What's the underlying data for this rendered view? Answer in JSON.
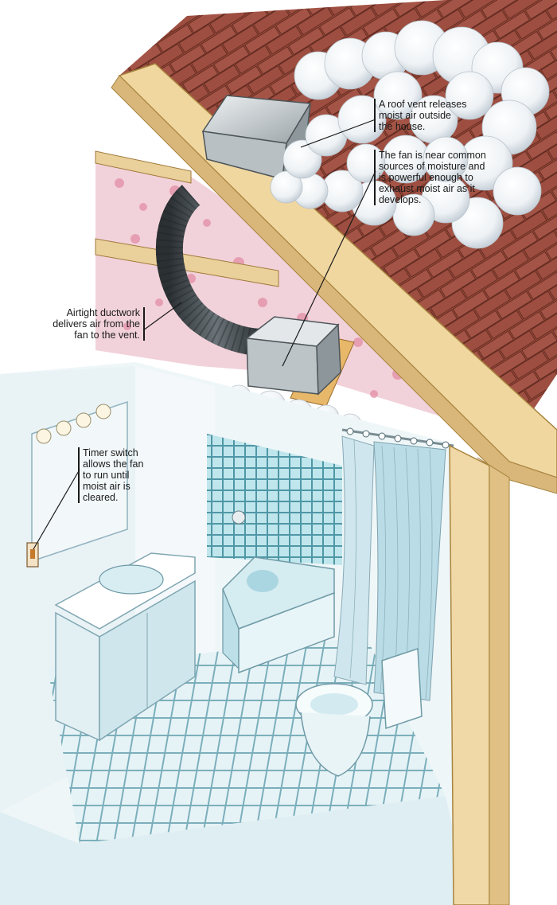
{
  "callouts": {
    "roof_vent": [
      "A roof vent releases",
      "moist air outside",
      "the house."
    ],
    "fan": [
      "The fan is near common",
      "sources of moisture and",
      "is powerful enough to",
      "exhaust moist air as it",
      "develops."
    ],
    "ductwork": [
      "Airtight ductwork",
      "delivers air from the",
      "fan to the vent."
    ],
    "timer": [
      "Timer switch",
      "allows the fan",
      "to run until",
      "moist air is",
      "cleared."
    ]
  },
  "colors": {
    "roof_shingle": "#9a4a3a",
    "rafter_wood": "#e8c98a",
    "insulation": "#e9a9b8",
    "duct": "#3d4347",
    "metal": "#c9cfd2",
    "steam": "#f3f6f8",
    "bath_blue": "#bfe3ea",
    "tile": "#8fcad6"
  }
}
